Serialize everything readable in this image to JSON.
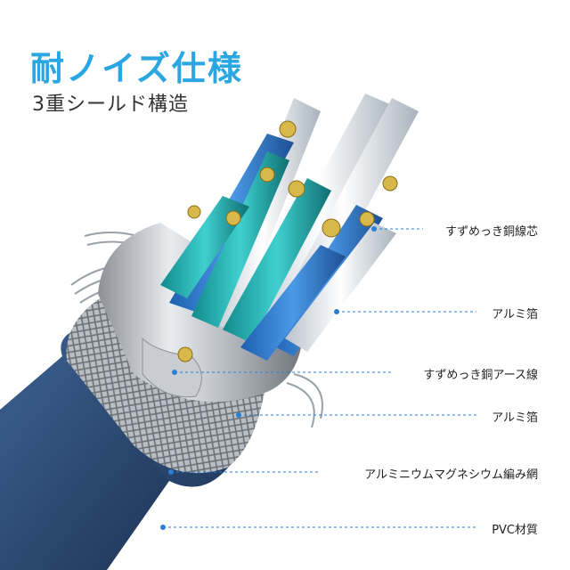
{
  "heading": {
    "title": "耐ノイズ仕様",
    "subtitle": "3重シールド構造"
  },
  "colors": {
    "title": "#2aa6e2",
    "jacket": "#2f4f7a",
    "leader": "#2a7fd4",
    "wire_blue": "#2e7fd6",
    "wire_teal": "#22b3b3",
    "wire_white": "#e8eef3",
    "copper_core": "#d8b84a"
  },
  "callouts": [
    {
      "id": "tinned-copper-core",
      "text": "すずめっき銅線芯"
    },
    {
      "id": "aluminum-foil-inner",
      "text": "アルミ箔"
    },
    {
      "id": "tinned-copper-earth",
      "text": "すずめっき銅アース線"
    },
    {
      "id": "aluminum-foil-outer",
      "text": "アルミ箔"
    },
    {
      "id": "al-mg-braid",
      "text": "アルミニウムマグネシウム編み網"
    },
    {
      "id": "pvc-jacket",
      "text": "PVC材質"
    }
  ]
}
